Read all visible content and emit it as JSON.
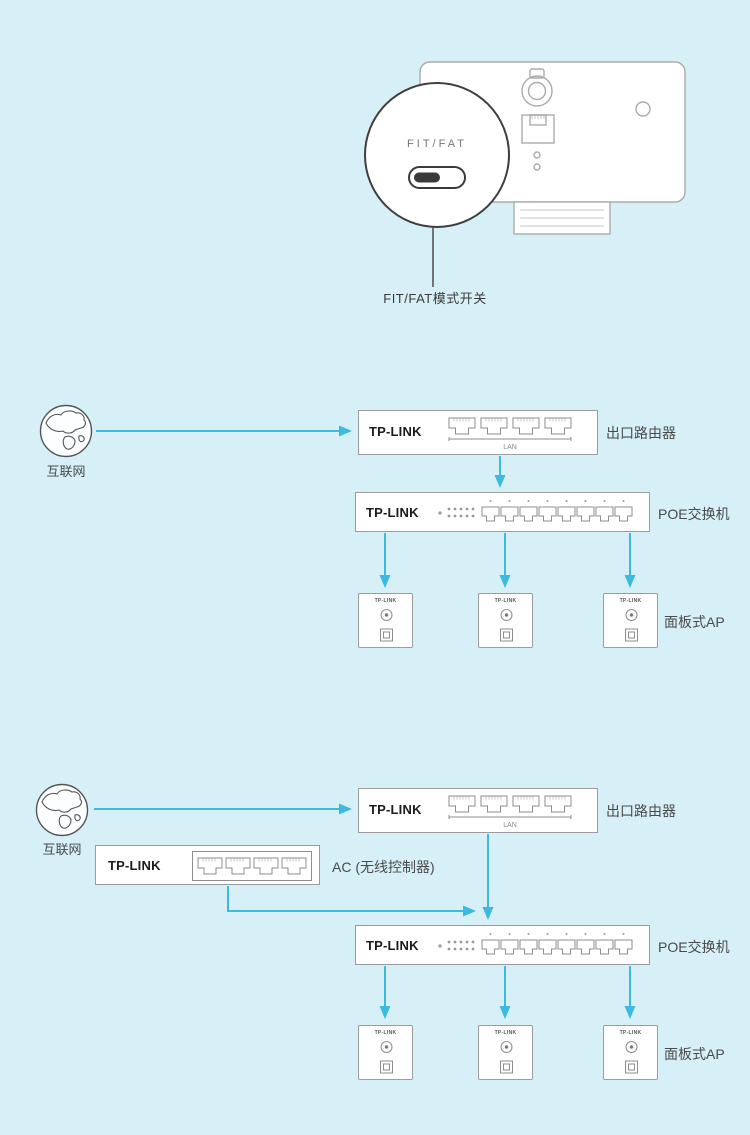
{
  "colors": {
    "background": "#d7f0f7",
    "arrow": "#3cbadf"
  },
  "brand": "TP-LINK",
  "router": {
    "lan_label": "LAN"
  },
  "top_illustration": {
    "switch_label": "FIT/FAT",
    "callout_label": "FIT/FAT模式开关"
  },
  "diagram1": {
    "internet_label": "互联网",
    "router_label": "出口路由器",
    "switch_label": "POE交换机",
    "ap_label": "面板式AP"
  },
  "diagram2": {
    "internet_label": "互联网",
    "router_label": "出口路由器",
    "ac_label": "AC (无线控制器)",
    "switch_label": "POE交换机",
    "ap_label": "面板式AP"
  }
}
